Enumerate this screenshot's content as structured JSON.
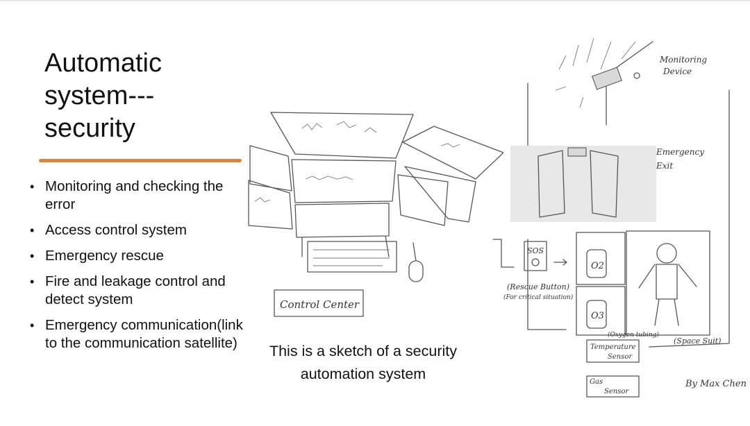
{
  "slide": {
    "title_lines": [
      "Automatic",
      "system---",
      "security"
    ],
    "accent_color": "#e0813e",
    "bullets": [
      "Monitoring and checking the error",
      "Access control system",
      "Emergency rescue",
      "Fire and leakage control and detect system",
      "Emergency communication(link to the communication satellite)"
    ],
    "caption_lines": [
      "This is a sketch of a security",
      "automation system"
    ]
  },
  "sketch_left": {
    "label": "Control  Center"
  },
  "sketch_right": {
    "monitoring_label": [
      "Monitoring",
      "Device"
    ],
    "exit_label": [
      "Emergency",
      "Exit"
    ],
    "sos_label": "SOS",
    "rescue_label": "(Rescue Button)",
    "rescue_note": "(For critical situation)",
    "oxygen_label_1": "O2",
    "oxygen_label_2": "O3",
    "oxygen_tubing_label": "(Oxygen tubing)",
    "spacesuit_label": "(Space Suit)",
    "temp_sensor_label": [
      "Temperature",
      "Sensor"
    ],
    "gas_sensor_label": [
      "Gas",
      "Sensor"
    ],
    "signature": "By Max Chen"
  }
}
